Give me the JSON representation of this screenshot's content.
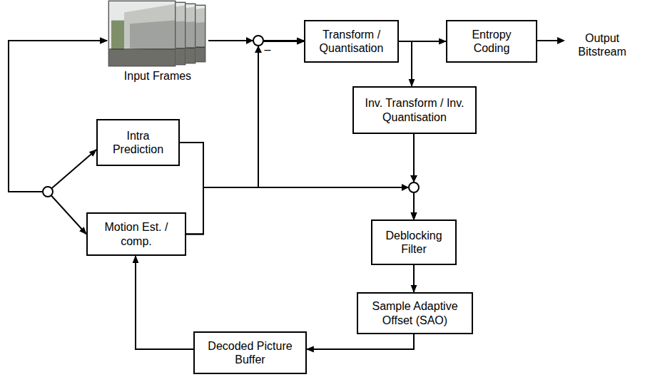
{
  "diagram": {
    "nodes": [
      {
        "text": [
          "Input Frames"
        ]
      },
      {
        "text": [
          "Transform / Quantisation"
        ]
      },
      {
        "text": [
          "Entropy Coding"
        ]
      },
      {
        "text": [
          "Inv. Transform / Inv. Quantisation"
        ]
      },
      {
        "text": [
          "Intra Prediction"
        ]
      },
      {
        "text": [
          "Motion Est. / comp."
        ]
      },
      {
        "text": [
          "Deblocking Filter"
        ]
      },
      {
        "text": [
          "Sample Adaptive Offset (SAO)"
        ]
      },
      {
        "text": [
          "Decoded Picture Buffer"
        ]
      }
    ],
    "edges": [
      {
        "from": 0,
        "to": 1,
        "arrow": "to"
      },
      {
        "from": 1,
        "to": 2,
        "arrow": "to"
      },
      {
        "from": 1,
        "to": 3,
        "arrow": "to"
      },
      {
        "from": 3,
        "to": 6,
        "arrow": "to"
      },
      {
        "from": 4,
        "to": 1,
        "arrow": "to"
      },
      {
        "from": 5,
        "to": 1,
        "arrow": "to"
      },
      {
        "from": 4,
        "to": 6,
        "arrow": "to"
      },
      {
        "from": 5,
        "to": 6,
        "arrow": "to"
      },
      {
        "from": 6,
        "to": 7,
        "arrow": "to"
      },
      {
        "from": 7,
        "to": 8,
        "arrow": "to"
      },
      {
        "from": 8,
        "to": 5,
        "arrow": "to"
      },
      {
        "from": 0,
        "to": 4,
        "arrow": "both"
      },
      {
        "from": 0,
        "to": 5,
        "arrow": "both"
      }
    ],
    "labels": [
      "Output Bitstream",
      "–"
    ]
  }
}
